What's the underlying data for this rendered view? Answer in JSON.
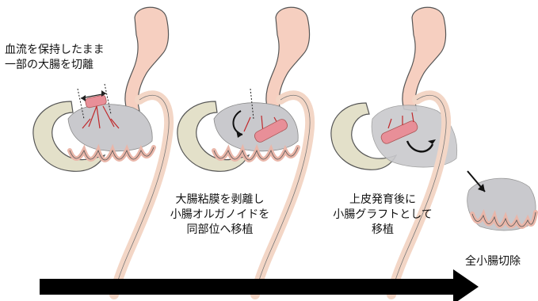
{
  "steps": [
    {
      "caption": "血流を保持したまま\n一部の大腸を切離"
    },
    {
      "caption": "大腸粘膜を剥離し\n小腸オルガノイドを\n同部位へ移植"
    },
    {
      "caption": "上皮発育後に\n小腸グラフトとして\n移植"
    },
    {
      "caption": "全小腸切除"
    }
  ],
  "colors": {
    "stomach": "#f6cfc0",
    "stomach_outline": "#555555",
    "colon": "#f8d9c9",
    "mesentery": "#c9c9cd",
    "vessels": "#c0282b",
    "graft": "#e88f98",
    "progress_arrow": "#000000"
  }
}
